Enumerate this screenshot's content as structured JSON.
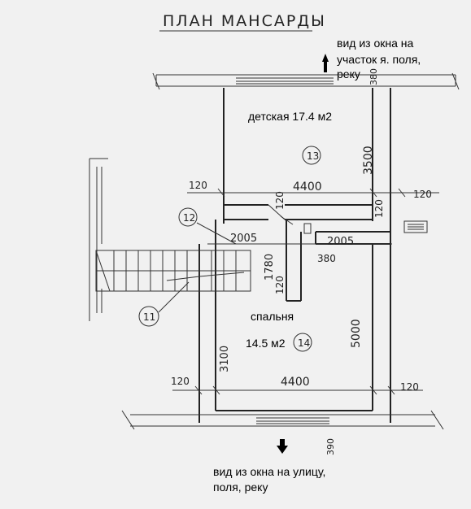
{
  "title": "ПЛАН МАНСАРДЫ",
  "notes": {
    "view_yard": [
      "вид из окна на",
      "участок я. поля,",
      "реку"
    ],
    "view_street": [
      "вид из окна на улицу,",
      "поля, реку"
    ]
  },
  "rooms": {
    "nursery": {
      "number": "13",
      "label": "детская 17.4 м2"
    },
    "bedroom": {
      "number": "14",
      "label": "спальня",
      "area": "14.5 м2"
    },
    "hall": {
      "number": "12"
    },
    "stair": {
      "number": "11"
    }
  },
  "dims": {
    "top_width": "4400",
    "bottom_width": "4400",
    "left_wall_top": "120",
    "right_wall_top": "120",
    "left_wall_bottom": "120",
    "right_wall_bottom": "120",
    "nursery_depth": "3500",
    "bedroom_depth": "5000",
    "bedroom_left": "3100",
    "partition_top": "120",
    "partition_right": "120",
    "partition_mid": "120",
    "hall_len_left": "2005",
    "hall_len_right": "2005",
    "hall_depth": "1780",
    "offset_380": "380",
    "edge_top": "380",
    "edge_bottom": "390"
  }
}
